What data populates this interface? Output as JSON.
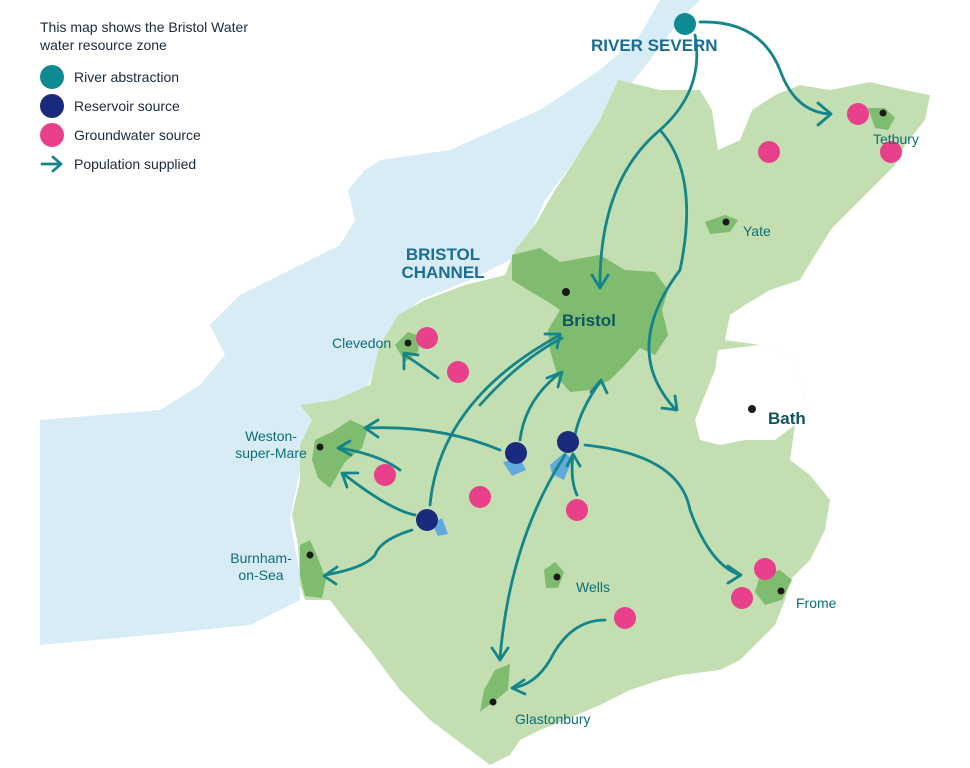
{
  "colors": {
    "sea": "#d8ecf6",
    "land": "#c3dfb2",
    "urban": "#7fbc6f",
    "river_abstraction": "#0e8a92",
    "reservoir": "#1a2a7c",
    "groundwater": "#e8408a",
    "arrow": "#14858b",
    "reservoir_water": "#62a9de"
  },
  "legend": {
    "title": "This map shows the Bristol Water water resource zone",
    "items": [
      {
        "label": "River abstraction",
        "icon": "teal-circle-icon"
      },
      {
        "label": "Reservoir source",
        "icon": "navy-circle-icon"
      },
      {
        "label": "Groundwater source",
        "icon": "pink-circle-icon"
      },
      {
        "label": "Population supplied",
        "icon": "chevron-arrow-icon"
      }
    ]
  },
  "water_bodies": {
    "river_severn": "RIVER SEVERN",
    "bristol_channel": "BRISTOL CHANNEL"
  },
  "places": {
    "bristol": "Bristol",
    "bath": "Bath",
    "yate": "Yate",
    "tetbury": "Tetbury",
    "clevedon": "Clevedon",
    "weston": "Weston-super-Mare",
    "burnham": "Burnham-on-Sea",
    "wells": "Wells",
    "frome": "Frome",
    "glastonbury": "Glastonbury"
  }
}
